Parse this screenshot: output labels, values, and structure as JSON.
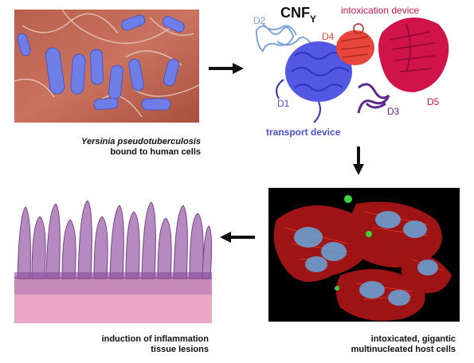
{
  "captions": {
    "top_species": "Yersinia pseudotuberculosis",
    "top_line2": "bound to human cells",
    "bottom_left_line1": "induction of inflammation",
    "bottom_left_line2": "tissue lesions",
    "bottom_right_line1": "intoxicated, gigantic",
    "bottom_right_line2": "multinucleated host cells"
  },
  "structure": {
    "title_main": "CNF",
    "title_sub": "Y",
    "labels": {
      "d1": "D1",
      "d2": "D2",
      "d3": "D3",
      "d4": "D4",
      "d5": "D5",
      "intoxication": "intoxication device",
      "transport": "transport device"
    }
  },
  "colors": {
    "transport_blue": "#4a4fe0",
    "light_blue": "#7fa6d8",
    "purple": "#5b2a8c",
    "red_orange": "#e8463a",
    "crimson": "#d0144a",
    "arrow": "#111111"
  }
}
